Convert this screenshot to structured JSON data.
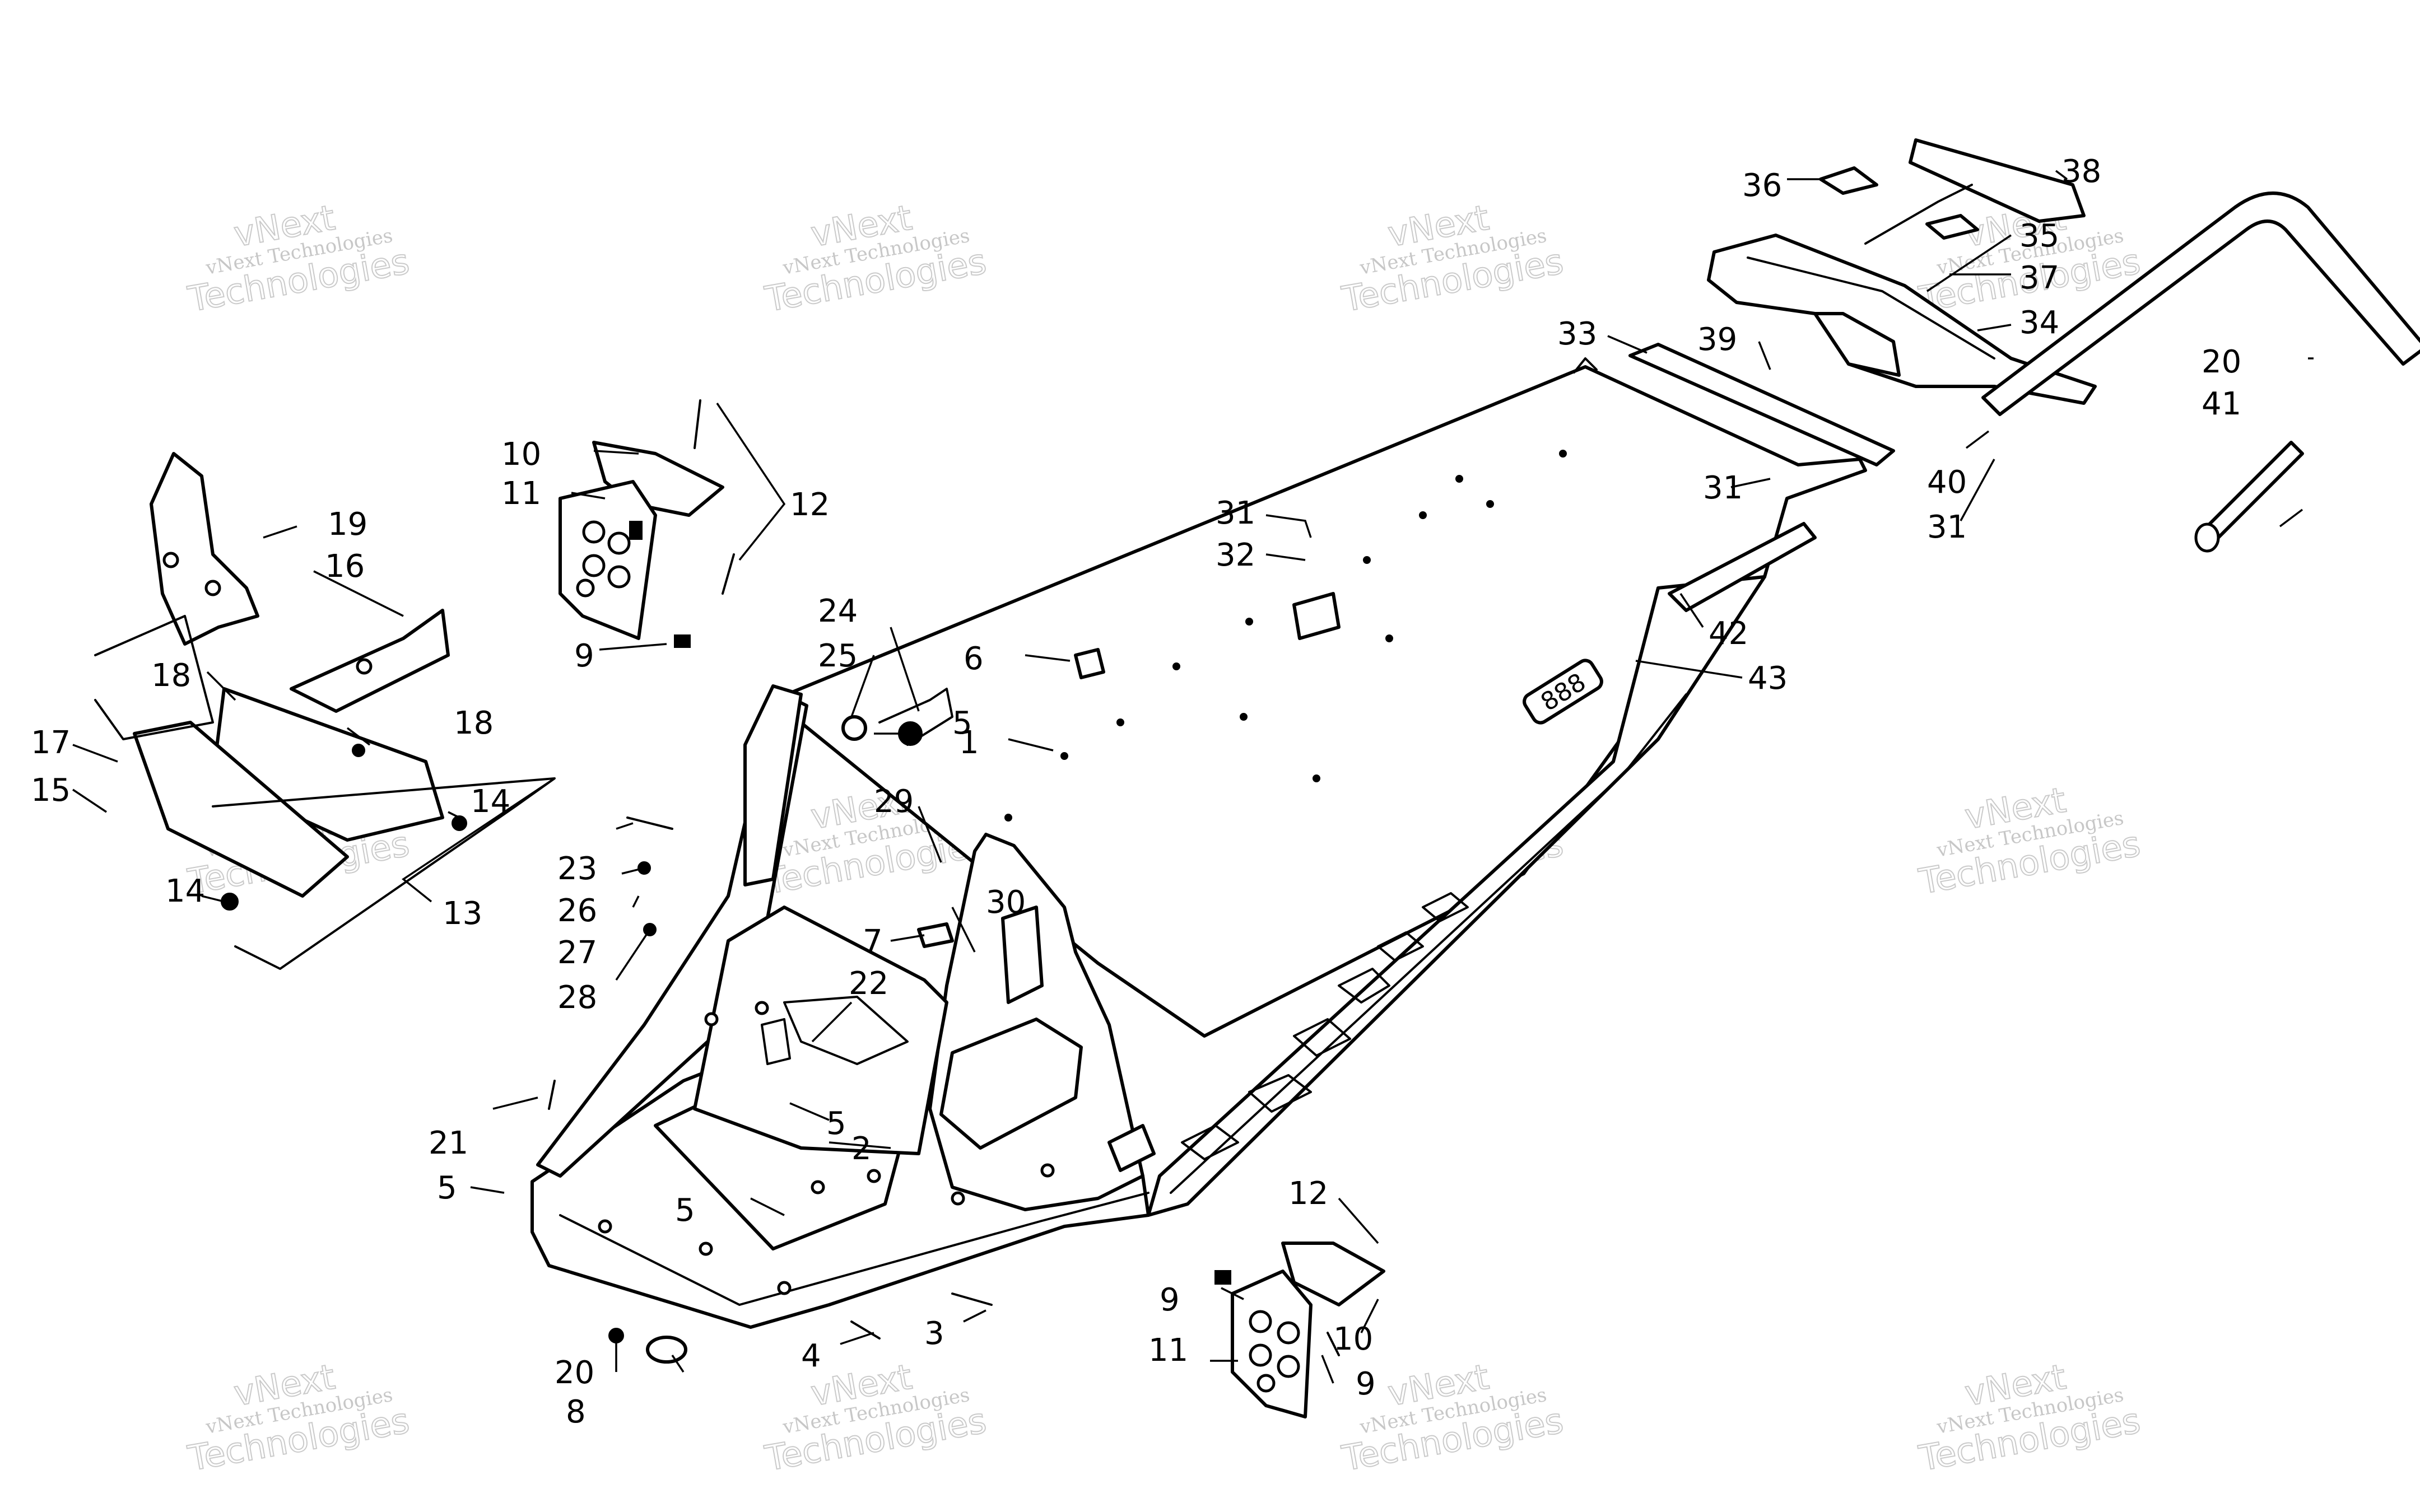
{
  "watermark": {
    "line1": "vNext Technologies",
    "line2": "vNext",
    "line3": "Technologies"
  },
  "callouts": {
    "c1": "1",
    "c2": "2",
    "c3": "3",
    "c4": "4",
    "c5a": "5",
    "c5b": "5",
    "c5c": "5",
    "c5d": "5",
    "c6": "6",
    "c7": "7",
    "c8": "8",
    "c9a": "9",
    "c9b": "9",
    "c9c": "9",
    "c10a": "10",
    "c10b": "10",
    "c11a": "11",
    "c11b": "11",
    "c12a": "12",
    "c12b": "12",
    "c13": "13",
    "c14a": "14",
    "c14b": "14",
    "c15": "15",
    "c16": "16",
    "c17": "17",
    "c18a": "18",
    "c18b": "18",
    "c19": "19",
    "c20a": "20",
    "c20b": "20",
    "c21": "21",
    "c22": "22",
    "c23": "23",
    "c24": "24",
    "c25": "25",
    "c26": "26",
    "c27": "27",
    "c28": "28",
    "c29": "29",
    "c30": "30",
    "c31a": "31",
    "c31b": "31",
    "c31c": "31",
    "c32": "32",
    "c33": "33",
    "c34": "34",
    "c35": "35",
    "c36": "36",
    "c37": "37",
    "c38": "38",
    "c39": "39",
    "c40": "40",
    "c41": "41",
    "c42": "42",
    "c43": "43"
  },
  "badge_text": "888"
}
